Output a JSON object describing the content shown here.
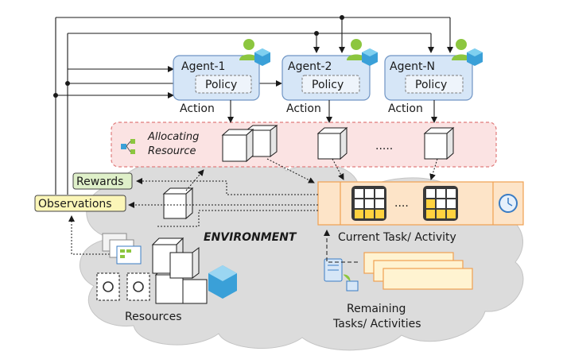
{
  "agents": [
    {
      "name": "Agent-1",
      "policy": "Policy",
      "action": "Action"
    },
    {
      "name": "Agent-2",
      "policy": "Policy",
      "action": "Action"
    },
    {
      "name": "Agent-N",
      "policy": "Policy",
      "action": "Action"
    }
  ],
  "allocating_resource": {
    "line1": "Allocating",
    "line2": "Resource",
    "ellipsis": "....."
  },
  "rewards_label": "Rewards",
  "observations_label": "Observations",
  "environment_label": "ENVIRONMENT",
  "current_task_label": "Current Task/ Activity",
  "current_task_ellipsis": "....",
  "resources_label": "Resources",
  "remaining": {
    "line1": "Remaining",
    "line2": "Tasks/ Activities"
  },
  "colors": {
    "agent_fill": "#d6e6f7",
    "agent_stroke": "#6f94c4",
    "alloc_fill": "#fbe3e3",
    "alloc_stroke": "#e07b7b",
    "rewards_fill": "#dff0c9",
    "observations_fill": "#fbf6b8",
    "cloud_fill": "#dcdcdc",
    "task_fill": "#fde4c8",
    "task_stroke": "#f0a050",
    "grid_cell_yellow": "#ffd23f",
    "grid_dark": "#3a3a3a"
  },
  "icons": [
    "agent-person-icon",
    "workflow-icon",
    "clock-icon",
    "refresh-icon",
    "document-move-icon",
    "data-table-icon"
  ]
}
